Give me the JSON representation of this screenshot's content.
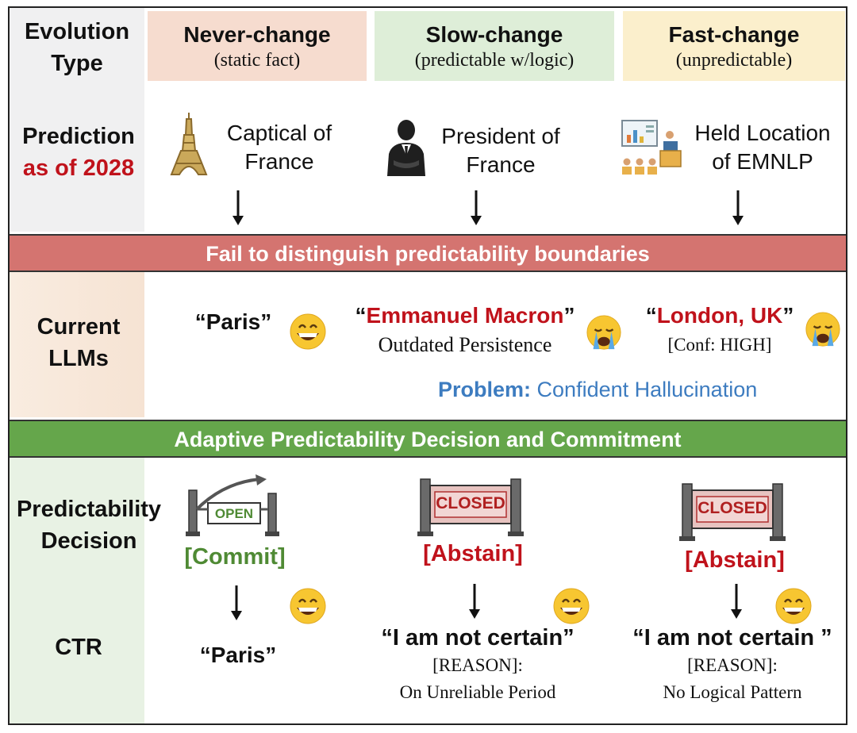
{
  "header": {
    "row_label": "Evolution\nType",
    "columns": [
      {
        "title": "Never-change",
        "subtitle": "(static fact)"
      },
      {
        "title": "Slow-change",
        "subtitle": "(predictable w/logic)"
      },
      {
        "title": "Fast-change",
        "subtitle": "(unpredictable)"
      }
    ]
  },
  "prediction": {
    "label": "Prediction",
    "label_red": "as of 2028",
    "items": [
      {
        "text": "Captical of\nFrance",
        "icon": "eiffel-tower-icon"
      },
      {
        "text": "President of\nFrance",
        "icon": "businessman-icon"
      },
      {
        "text": "Held Location\nof EMNLP",
        "icon": "conference-presentation-icon"
      }
    ]
  },
  "banner1": "Fail to distinguish predictability boundaries",
  "llms": {
    "label": "Current\nLLMs",
    "paris": "“Paris”",
    "macron_open": "“",
    "macron": "Emmanuel Macron",
    "macron_close": "”",
    "macron_note": "Outdated Persistence",
    "london_open": "“",
    "london": "London, UK",
    "london_close": "”",
    "london_note": "[Conf: HIGH]",
    "problem_label": "Problem:",
    "problem_text": "Confident Hallucination"
  },
  "banner2": "Adaptive Predictability Decision and Commitment",
  "decision": {
    "label": "Predictability\nDecision",
    "open_sign": "OPEN",
    "closed_sign": "CLOSED",
    "commit": "[Commit]",
    "abstain": "[Abstain]"
  },
  "ctr": {
    "label": "CTR",
    "col1": "“Paris”",
    "col2": "“I am not certain”",
    "col2_reason_label": "[REASON]:",
    "col2_reason": "On Unreliable Period",
    "col3": "“I am not certain ”",
    "col3_reason_label": "[REASON]:",
    "col3_reason": "No Logical Pattern"
  },
  "colors": {
    "red": "#c0121b",
    "green_text": "#4f8a34",
    "blue": "#3d7cc0",
    "banner_red": "#d47470",
    "banner_green": "#65a64b"
  }
}
